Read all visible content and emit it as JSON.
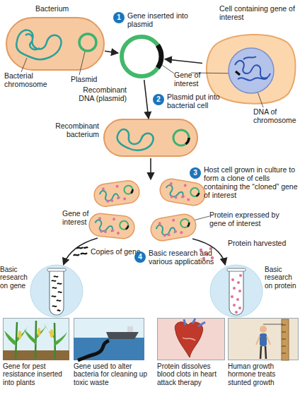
{
  "diagram": {
    "nodes": [
      {
        "text": [
          "Bacterium"
        ]
      },
      {
        "text": [
          "Cell containing gene of interest"
        ]
      },
      {
        "text": [
          "Recombinant DNA (plasmid)"
        ]
      },
      {
        "text": [
          "Recombinant bacterium"
        ]
      },
      {
        "text": [
          "Basic research on gene"
        ]
      },
      {
        "text": [
          "Basic research on protein"
        ]
      },
      {
        "text": [
          "Gene for pest resistance inserted into plants"
        ]
      },
      {
        "text": [
          "Gene used to alter bacteria for cleaning up toxic waste"
        ]
      },
      {
        "text": [
          "Protein dissolves blood clots in heart attack therapy"
        ]
      },
      {
        "text": [
          "Human growth hormone treats stunted growth"
        ]
      }
    ],
    "edges": [
      {
        "from": 0,
        "to": 2,
        "arrow": "to"
      },
      {
        "from": 1,
        "to": 2,
        "arrow": "to"
      },
      {
        "from": 2,
        "to": 3,
        "arrow": "to"
      }
    ],
    "labels": [
      "Bacterial chromosome",
      "Plasmid",
      "1",
      "Gene inserted into plasmid",
      "Gene of interest",
      "DNA of chromosome",
      "2",
      "Plasmid put into bacterial cell",
      "3",
      "Host cell grown in culture to form a clone of cells containing the “cloned” gene of interest",
      "Gene of interest",
      "Protein expressed by gene of interest",
      "Copies of gene",
      "Protein harvested",
      "4",
      "Basic research and various applications"
    ]
  }
}
